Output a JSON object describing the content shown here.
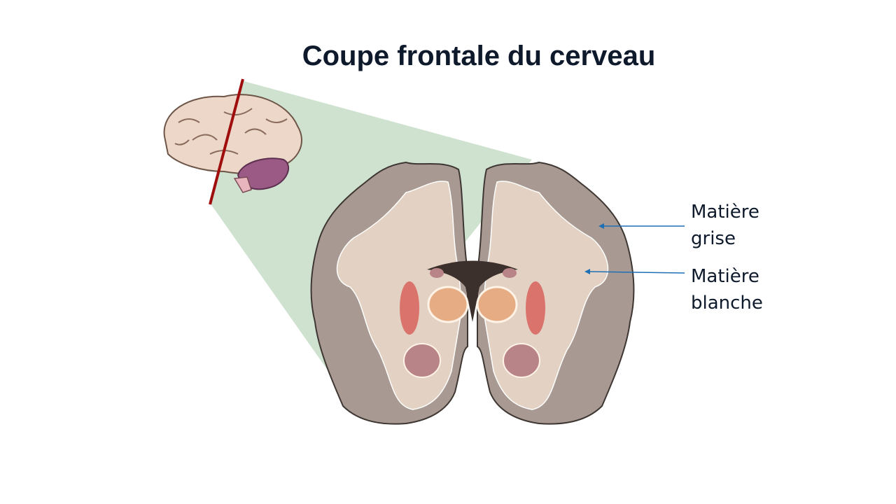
{
  "title": "Coupe frontale du cerveau",
  "labels": {
    "grey_matter_line1": "Matière",
    "grey_matter_line2": "grise",
    "white_matter_line1": "Matière",
    "white_matter_line2": "blanche"
  },
  "colors": {
    "projection": "#cfe2d0",
    "cut_line": "#a00d0d",
    "grey_matter": "#a89a92",
    "white_matter": "#e3d2c3",
    "arrow": "#1f6fb5"
  }
}
